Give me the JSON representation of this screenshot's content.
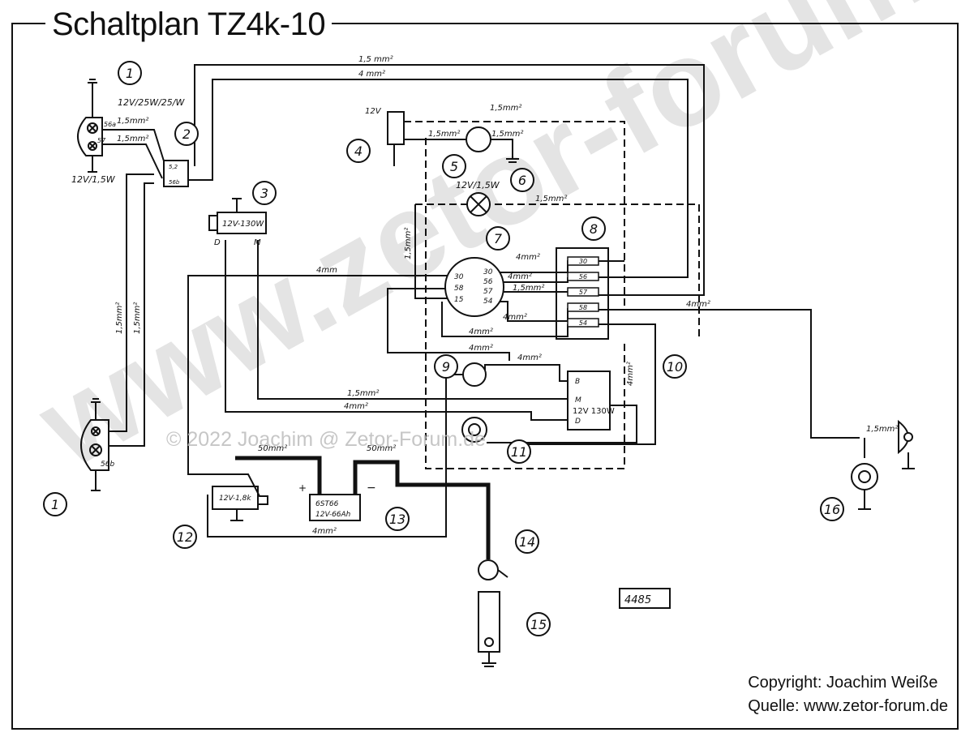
{
  "title": "Schaltplan TZ4k-10",
  "copyright": {
    "line1": "Copyright: Joachim Weiße",
    "line2": "Quelle: www.zetor-forum.de"
  },
  "watermarks": {
    "center": "© 2022 Joachim @ Zetor-Forum.de",
    "diagonal": "www.zetor-forum.de"
  },
  "drawing_number": "4485",
  "components": {
    "headlamp_top_rating": "12V/25W/25/W",
    "parking_rating": "12V/1,5W",
    "dynamo_label": "12V-130W",
    "dynamo_d": "D",
    "dynamo_m": "M",
    "horn_label": "12V",
    "indicator_lamp": "12V/1,5W",
    "starter_label": "12V-1,8k",
    "battery_type": "6ST66",
    "battery_rating": "12V-66Ah",
    "regulator_label": "12V 130W",
    "regulator_b": "B",
    "regulator_m": "M",
    "regulator_d": "D",
    "switch2_t1": "5,2",
    "switch2_t2": "56b",
    "lamp_56a": "56a",
    "lamp_57": "57",
    "lamp_56b": "56b",
    "plus": "+",
    "minus": "−"
  },
  "ignition_terminals": [
    "30",
    "58",
    "15",
    "30",
    "56",
    "57",
    "54"
  ],
  "fuse_labels": [
    "30",
    "56",
    "57",
    "58",
    "54"
  ],
  "wire_labels": {
    "top1": "1,5 mm²",
    "top2": "4 mm²",
    "horn_top": "1,5mm²",
    "btn_left": "1,5mm²",
    "btn_right": "1,5mm²",
    "ind_right": "1,5mm²",
    "vertical_left": "1,5mm²",
    "lamp_a": "1,5mm²",
    "lamp_b": "1,5mm²",
    "side_a": "1,5mm²",
    "side_b": "1,5mm²",
    "main_4mm": "4mm",
    "fuse_a": "4mm²",
    "fuse_b": "4mm²",
    "fuse_c": "1,5mm²",
    "fuse_d": "4mm²",
    "ign_bottom": "4mm²",
    "ign_low": "4mm²",
    "reg_top": "4mm²",
    "reg_15": "1,5mm²",
    "reg_4": "4mm²",
    "right_4": "4mm²",
    "reg_vertical": "4mm²",
    "batt_50a": "50mm²",
    "batt_50b": "50mm²",
    "batt_bottom": "4mm²",
    "tail": "1,5mm²"
  },
  "callouts": [
    "1",
    "2",
    "3",
    "4",
    "5",
    "6",
    "7",
    "8",
    "9",
    "10",
    "11",
    "12",
    "13",
    "14",
    "15",
    "16",
    "1"
  ]
}
